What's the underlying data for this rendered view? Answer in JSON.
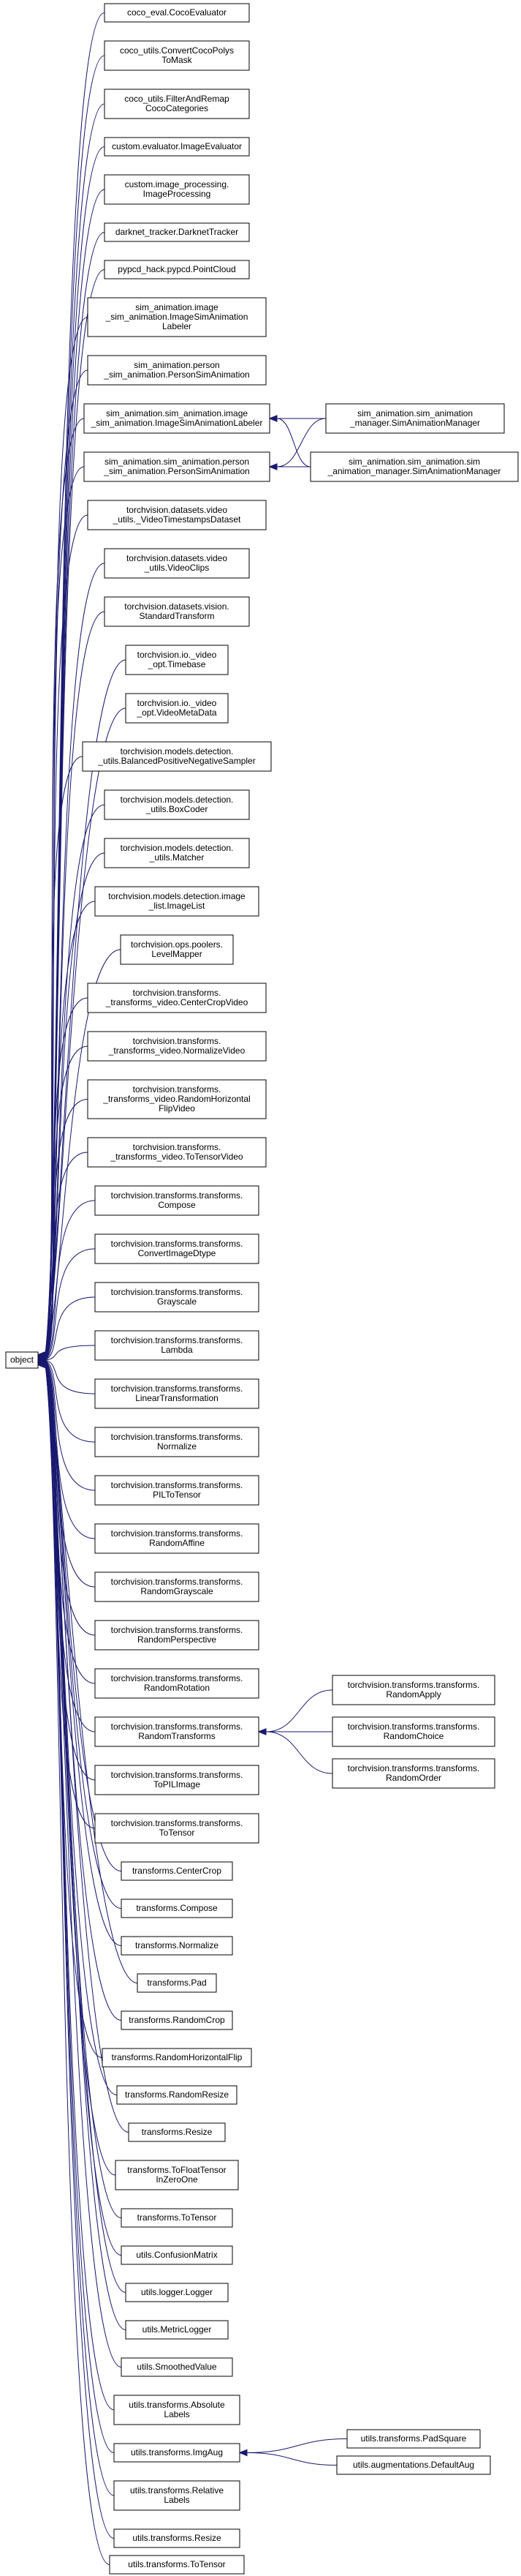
{
  "diagram": {
    "root": "object",
    "colors": {
      "edge": "#191970",
      "node_border": "#000000",
      "node_fill": "#ffffff"
    },
    "nodes": [
      {
        "id": "object",
        "lines": [
          "object"
        ]
      },
      {
        "id": "n1",
        "lines": [
          "coco_eval.CocoEvaluator"
        ]
      },
      {
        "id": "n2",
        "lines": [
          "coco_utils.ConvertCocoPolys",
          "ToMask"
        ]
      },
      {
        "id": "n3",
        "lines": [
          "coco_utils.FilterAndRemap",
          "CocoCategories"
        ]
      },
      {
        "id": "n4",
        "lines": [
          "custom.evaluator.ImageEvaluator"
        ]
      },
      {
        "id": "n5",
        "lines": [
          "custom.image_processing.",
          "ImageProcessing"
        ]
      },
      {
        "id": "n6",
        "lines": [
          "darknet_tracker.DarknetTracker"
        ]
      },
      {
        "id": "n7",
        "lines": [
          "pypcd_hack.pypcd.PointCloud"
        ]
      },
      {
        "id": "n8",
        "lines": [
          "sim_animation.image",
          "_sim_animation.ImageSimAnimation",
          "Labeler"
        ]
      },
      {
        "id": "n9",
        "lines": [
          "sim_animation.person",
          "_sim_animation.PersonSimAnimation"
        ]
      },
      {
        "id": "n10",
        "lines": [
          "sim_animation.sim_animation.image",
          "_sim_animation.ImageSimAnimationLabeler"
        ]
      },
      {
        "id": "n11",
        "lines": [
          "sim_animation.sim_animation.person",
          "_sim_animation.PersonSimAnimation"
        ]
      },
      {
        "id": "n12",
        "lines": [
          "torchvision.datasets.video",
          "_utils._VideoTimestampsDataset"
        ]
      },
      {
        "id": "n13",
        "lines": [
          "torchvision.datasets.video",
          "_utils.VideoClips"
        ]
      },
      {
        "id": "n14",
        "lines": [
          "torchvision.datasets.vision.",
          "StandardTransform"
        ]
      },
      {
        "id": "n15",
        "lines": [
          "torchvision.io._video",
          "_opt.Timebase"
        ]
      },
      {
        "id": "n16",
        "lines": [
          "torchvision.io._video",
          "_opt.VideoMetaData"
        ]
      },
      {
        "id": "n17",
        "lines": [
          "torchvision.models.detection.",
          "_utils.BalancedPositiveNegativeSampler"
        ]
      },
      {
        "id": "n18",
        "lines": [
          "torchvision.models.detection.",
          "_utils.BoxCoder"
        ]
      },
      {
        "id": "n19",
        "lines": [
          "torchvision.models.detection.",
          "_utils.Matcher"
        ]
      },
      {
        "id": "n20",
        "lines": [
          "torchvision.models.detection.image",
          "_list.ImageList"
        ]
      },
      {
        "id": "n21",
        "lines": [
          "torchvision.ops.poolers.",
          "LevelMapper"
        ]
      },
      {
        "id": "n22",
        "lines": [
          "torchvision.transforms.",
          "_transforms_video.CenterCropVideo"
        ]
      },
      {
        "id": "n23",
        "lines": [
          "torchvision.transforms.",
          "_transforms_video.NormalizeVideo"
        ]
      },
      {
        "id": "n24",
        "lines": [
          "torchvision.transforms.",
          "_transforms_video.RandomHorizontal",
          "FlipVideo"
        ]
      },
      {
        "id": "n25",
        "lines": [
          "torchvision.transforms.",
          "_transforms_video.ToTensorVideo"
        ]
      },
      {
        "id": "n26",
        "lines": [
          "torchvision.transforms.transforms.",
          "Compose"
        ]
      },
      {
        "id": "n27",
        "lines": [
          "torchvision.transforms.transforms.",
          "ConvertImageDtype"
        ]
      },
      {
        "id": "n28",
        "lines": [
          "torchvision.transforms.transforms.",
          "Grayscale"
        ]
      },
      {
        "id": "n29",
        "lines": [
          "torchvision.transforms.transforms.",
          "Lambda"
        ]
      },
      {
        "id": "n30",
        "lines": [
          "torchvision.transforms.transforms.",
          "LinearTransformation"
        ]
      },
      {
        "id": "n31",
        "lines": [
          "torchvision.transforms.transforms.",
          "Normalize"
        ]
      },
      {
        "id": "n32",
        "lines": [
          "torchvision.transforms.transforms.",
          "PILToTensor"
        ]
      },
      {
        "id": "n33",
        "lines": [
          "torchvision.transforms.transforms.",
          "RandomAffine"
        ]
      },
      {
        "id": "n34",
        "lines": [
          "torchvision.transforms.transforms.",
          "RandomGrayscale"
        ]
      },
      {
        "id": "n35",
        "lines": [
          "torchvision.transforms.transforms.",
          "RandomPerspective"
        ]
      },
      {
        "id": "n36",
        "lines": [
          "torchvision.transforms.transforms.",
          "RandomRotation"
        ]
      },
      {
        "id": "n37",
        "lines": [
          "torchvision.transforms.transforms.",
          "RandomTransforms"
        ]
      },
      {
        "id": "n38",
        "lines": [
          "torchvision.transforms.transforms.",
          "ToPILImage"
        ]
      },
      {
        "id": "n39",
        "lines": [
          "torchvision.transforms.transforms.",
          "ToTensor"
        ]
      },
      {
        "id": "n40",
        "lines": [
          "transforms.CenterCrop"
        ]
      },
      {
        "id": "n41",
        "lines": [
          "transforms.Compose"
        ]
      },
      {
        "id": "n42",
        "lines": [
          "transforms.Normalize"
        ]
      },
      {
        "id": "n43",
        "lines": [
          "transforms.Pad"
        ]
      },
      {
        "id": "n44",
        "lines": [
          "transforms.RandomCrop"
        ]
      },
      {
        "id": "n45",
        "lines": [
          "transforms.RandomHorizontalFlip"
        ]
      },
      {
        "id": "n46",
        "lines": [
          "transforms.RandomResize"
        ]
      },
      {
        "id": "n47",
        "lines": [
          "transforms.Resize"
        ]
      },
      {
        "id": "n48",
        "lines": [
          "transforms.ToFloatTensor",
          "InZeroOne"
        ]
      },
      {
        "id": "n49",
        "lines": [
          "transforms.ToTensor"
        ]
      },
      {
        "id": "n50",
        "lines": [
          "utils.ConfusionMatrix"
        ]
      },
      {
        "id": "n51",
        "lines": [
          "utils.logger.Logger"
        ]
      },
      {
        "id": "n52",
        "lines": [
          "utils.MetricLogger"
        ]
      },
      {
        "id": "n53",
        "lines": [
          "utils.SmoothedValue"
        ]
      },
      {
        "id": "n54",
        "lines": [
          "utils.transforms.Absolute",
          "Labels"
        ]
      },
      {
        "id": "n55",
        "lines": [
          "utils.transforms.ImgAug"
        ]
      },
      {
        "id": "n56",
        "lines": [
          "utils.transforms.Relative",
          "Labels"
        ]
      },
      {
        "id": "n57",
        "lines": [
          "utils.transforms.Resize"
        ]
      },
      {
        "id": "n58",
        "lines": [
          "utils.transforms.ToTensor"
        ]
      },
      {
        "id": "m1",
        "lines": [
          "sim_animation.sim_animation",
          "_manager.SimAnimationManager"
        ]
      },
      {
        "id": "m2",
        "lines": [
          "sim_animation.sim_animation.sim",
          "_animation_manager.SimAnimationManager"
        ]
      },
      {
        "id": "r1",
        "lines": [
          "torchvision.transforms.transforms.",
          "RandomApply"
        ]
      },
      {
        "id": "r2",
        "lines": [
          "torchvision.transforms.transforms.",
          "RandomChoice"
        ]
      },
      {
        "id": "r3",
        "lines": [
          "torchvision.transforms.transforms.",
          "RandomOrder"
        ]
      },
      {
        "id": "u1",
        "lines": [
          "utils.transforms.PadSquare"
        ]
      },
      {
        "id": "u2",
        "lines": [
          "utils.augmentations.DefaultAug"
        ]
      }
    ],
    "edges": [
      {
        "from": "n1",
        "to": "object"
      },
      {
        "from": "n2",
        "to": "object"
      },
      {
        "from": "n3",
        "to": "object"
      },
      {
        "from": "n4",
        "to": "object"
      },
      {
        "from": "n5",
        "to": "object"
      },
      {
        "from": "n6",
        "to": "object"
      },
      {
        "from": "n7",
        "to": "object"
      },
      {
        "from": "n8",
        "to": "object"
      },
      {
        "from": "n9",
        "to": "object"
      },
      {
        "from": "n10",
        "to": "object"
      },
      {
        "from": "n11",
        "to": "object"
      },
      {
        "from": "n12",
        "to": "object"
      },
      {
        "from": "n13",
        "to": "object"
      },
      {
        "from": "n14",
        "to": "object"
      },
      {
        "from": "n15",
        "to": "object"
      },
      {
        "from": "n16",
        "to": "object"
      },
      {
        "from": "n17",
        "to": "object"
      },
      {
        "from": "n18",
        "to": "object"
      },
      {
        "from": "n19",
        "to": "object"
      },
      {
        "from": "n20",
        "to": "object"
      },
      {
        "from": "n21",
        "to": "object"
      },
      {
        "from": "n22",
        "to": "object"
      },
      {
        "from": "n23",
        "to": "object"
      },
      {
        "from": "n24",
        "to": "object"
      },
      {
        "from": "n25",
        "to": "object"
      },
      {
        "from": "n26",
        "to": "object"
      },
      {
        "from": "n27",
        "to": "object"
      },
      {
        "from": "n28",
        "to": "object"
      },
      {
        "from": "n29",
        "to": "object"
      },
      {
        "from": "n30",
        "to": "object"
      },
      {
        "from": "n31",
        "to": "object"
      },
      {
        "from": "n32",
        "to": "object"
      },
      {
        "from": "n33",
        "to": "object"
      },
      {
        "from": "n34",
        "to": "object"
      },
      {
        "from": "n35",
        "to": "object"
      },
      {
        "from": "n36",
        "to": "object"
      },
      {
        "from": "n37",
        "to": "object"
      },
      {
        "from": "n38",
        "to": "object"
      },
      {
        "from": "n39",
        "to": "object"
      },
      {
        "from": "n40",
        "to": "object"
      },
      {
        "from": "n41",
        "to": "object"
      },
      {
        "from": "n42",
        "to": "object"
      },
      {
        "from": "n43",
        "to": "object"
      },
      {
        "from": "n44",
        "to": "object"
      },
      {
        "from": "n45",
        "to": "object"
      },
      {
        "from": "n46",
        "to": "object"
      },
      {
        "from": "n47",
        "to": "object"
      },
      {
        "from": "n48",
        "to": "object"
      },
      {
        "from": "n49",
        "to": "object"
      },
      {
        "from": "n50",
        "to": "object"
      },
      {
        "from": "n51",
        "to": "object"
      },
      {
        "from": "n52",
        "to": "object"
      },
      {
        "from": "n53",
        "to": "object"
      },
      {
        "from": "n54",
        "to": "object"
      },
      {
        "from": "n55",
        "to": "object"
      },
      {
        "from": "n56",
        "to": "object"
      },
      {
        "from": "n57",
        "to": "object"
      },
      {
        "from": "n58",
        "to": "object"
      },
      {
        "from": "m1",
        "to": "n10"
      },
      {
        "from": "m2",
        "to": "n10"
      },
      {
        "from": "m1",
        "to": "n11"
      },
      {
        "from": "m2",
        "to": "n11"
      },
      {
        "from": "r1",
        "to": "n37"
      },
      {
        "from": "r2",
        "to": "n37"
      },
      {
        "from": "r3",
        "to": "n37"
      },
      {
        "from": "u1",
        "to": "n55"
      },
      {
        "from": "u2",
        "to": "n55"
      }
    ]
  }
}
